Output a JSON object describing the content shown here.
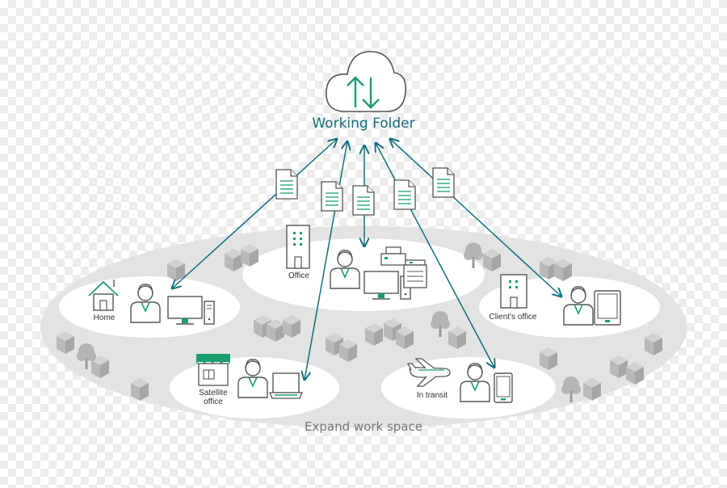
{
  "title": "Working Folder",
  "caption": "Expand work space",
  "locations": {
    "home": "Home",
    "office": "Office",
    "clients_office": "Client's office",
    "satellite_line1": "Satellite",
    "satellite_line2": "office",
    "in_transit": "In transit"
  },
  "icons": [
    "cloud-icon",
    "sync-arrows-icon",
    "document-icon",
    "house-icon",
    "building-icon",
    "person-icon",
    "desktop-computer-icon",
    "laptop-icon",
    "tablet-icon",
    "smartphone-icon",
    "printer-icon",
    "multifunction-printer-icon",
    "storefront-icon",
    "airplane-icon",
    "tree-icon"
  ],
  "colors": {
    "teal": "#0f6f7c",
    "green": "#1b9e6b",
    "ground": "#e3e3e3",
    "outline": "#555555"
  }
}
